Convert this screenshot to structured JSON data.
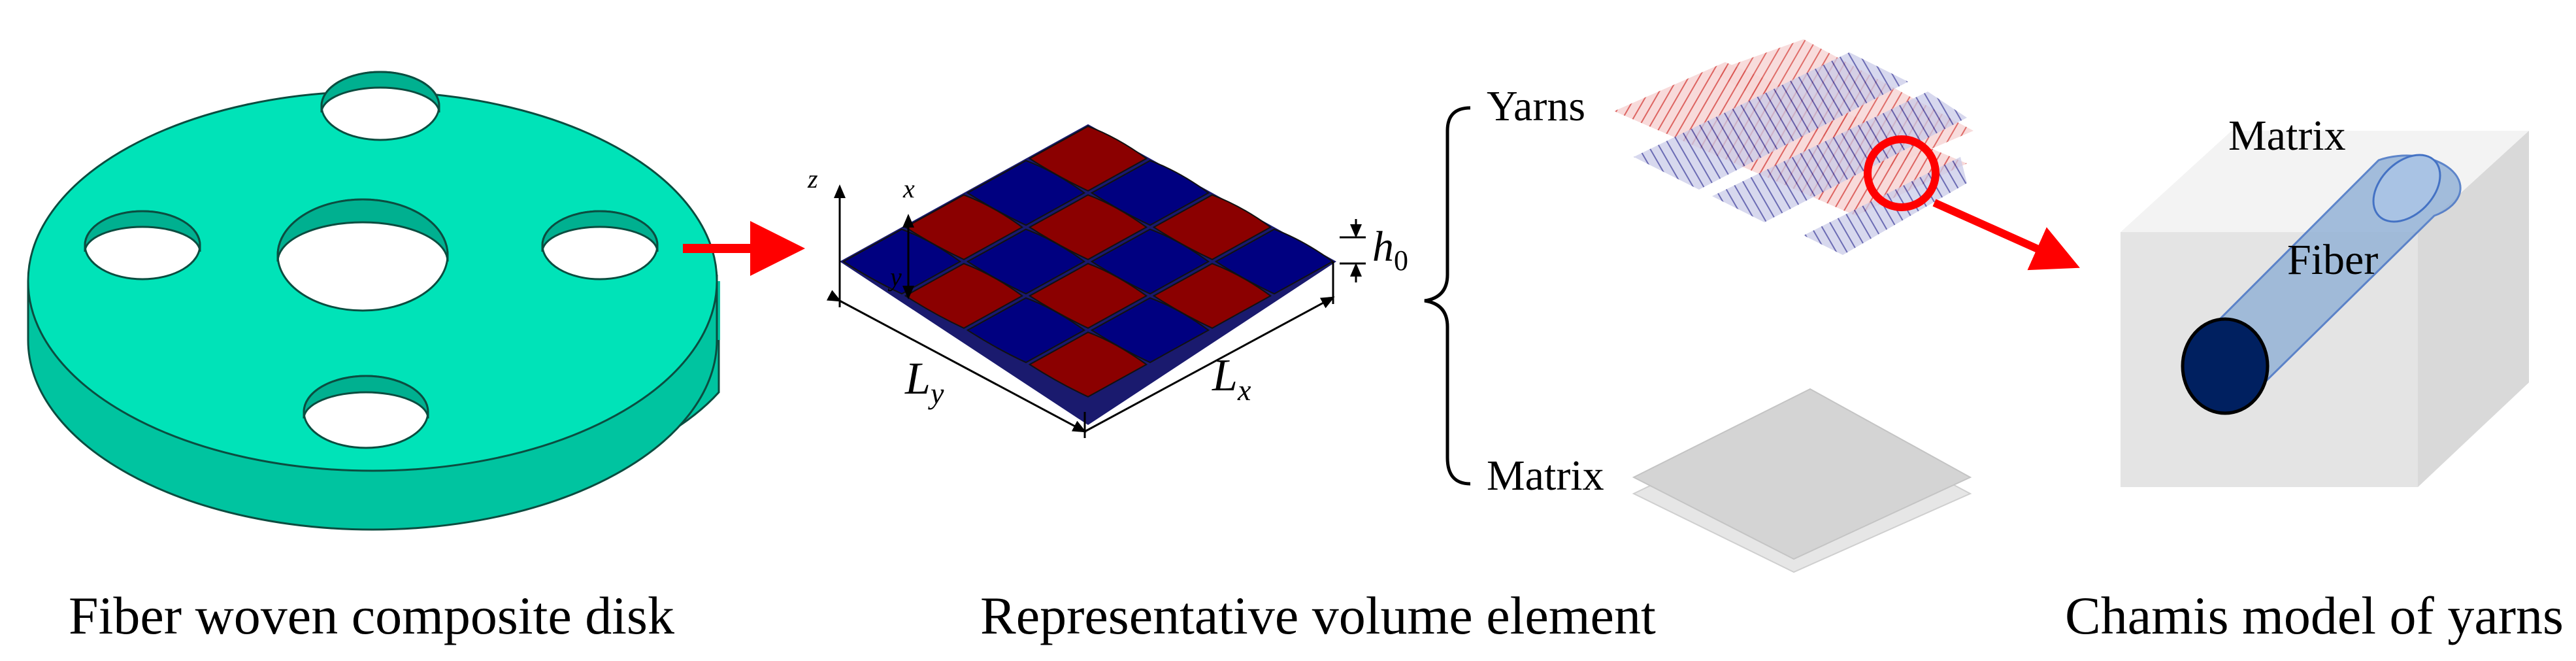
{
  "captions": {
    "disk": "Fiber woven composite disk",
    "rve": "Representative volume element",
    "chamis": "Chamis model of yarns"
  },
  "rve_labels": {
    "z": "z",
    "x": "x",
    "y": "y",
    "lx_main": "L",
    "lx_sub": "x",
    "ly_main": "L",
    "ly_sub": "y",
    "h_main": "h",
    "h_sub": "0"
  },
  "components": {
    "yarns": "Yarns",
    "matrix": "Matrix"
  },
  "chamis_labels": {
    "matrix": "Matrix",
    "fiber": "Fiber"
  },
  "colors": {
    "disk": "#00e3b8",
    "warp_yarn": "#8b0000",
    "weft_yarn": "#000080",
    "arrow": "#ff0000",
    "matrix_plate": "#d4d4d4",
    "fiber": "#95b3d7",
    "fiber_end": "#002060"
  }
}
